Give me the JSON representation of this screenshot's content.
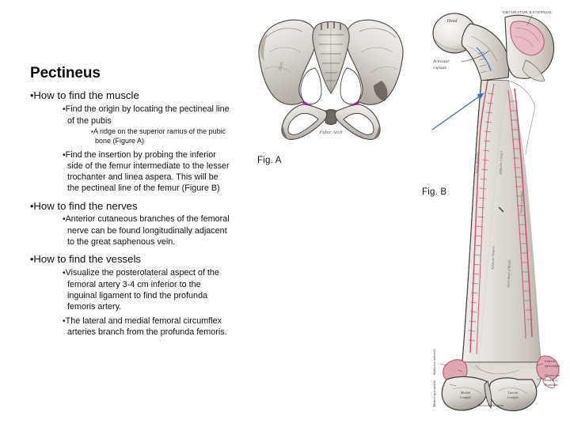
{
  "slide": {
    "title": "Pectineus",
    "background_color": "#ffffff",
    "text_color": "#101010"
  },
  "content": {
    "sections": [
      {
        "heading": "How to find the muscle",
        "bullets": [
          {
            "level": 2,
            "text": "Find the origin by locating the pectineal line of the pubis",
            "sub": [
              {
                "level": 3,
                "text": "A ridge on the superior ramus of the pubic bone (Figure A)"
              }
            ]
          },
          {
            "level": 2,
            "text": "Find the insertion by probing the inferior side of the femur intermediate to the lesser trochanter and linea aspera. This will be the pectineal line of the femur (Figure B)",
            "sub": []
          }
        ]
      },
      {
        "heading": "How to find the nerves",
        "bullets": [
          {
            "level": 2,
            "text": "Anterior cutaneous branches of the femoral nerve can be found longitudinally adjacent to the great saphenous vein.",
            "sub": []
          }
        ]
      },
      {
        "heading": "How to find the vessels",
        "bullets": [
          {
            "level": 2,
            "text": "Visualize the posterolateral aspect of the femoral artery 3-4 cm inferior to the inguinal ligament to find the profunda femoris artery.",
            "sub": []
          },
          {
            "level": 2,
            "text": "The lateral and medial femoral circumflex arteries branch from the profunda femoris.",
            "sub": []
          }
        ]
      }
    ],
    "bullet_glyph": "•"
  },
  "figures": {
    "figure_a": {
      "caption": "Fig. A",
      "subject": "anterior view of the bony pelvis",
      "highlight_color": "#a81fa8",
      "highlight_note": "pectineal line of the pubis highlighted in magenta on both superior pubic rami",
      "inline_labels": [
        "Pubic Arch",
        "Ilium"
      ]
    },
    "figure_b": {
      "caption": "Fig. B",
      "subject": "posterior view of the right femur (Gray's Anatomy plate)",
      "marking_color": "#c8546e",
      "annotation_color": "#3c6fb4",
      "annotation_note": "blue arrow indicating the pectineal line of the femur",
      "inline_labels": [
        "Head",
        "OBTURATOR EXTERNUS",
        "Articular capsule",
        "Medial epicondyle",
        "Lateral epicondyle",
        "Groove for tendon of Popliteus",
        "Medial condyle",
        "Lateral condyle",
        "Articular capsule"
      ]
    }
  }
}
